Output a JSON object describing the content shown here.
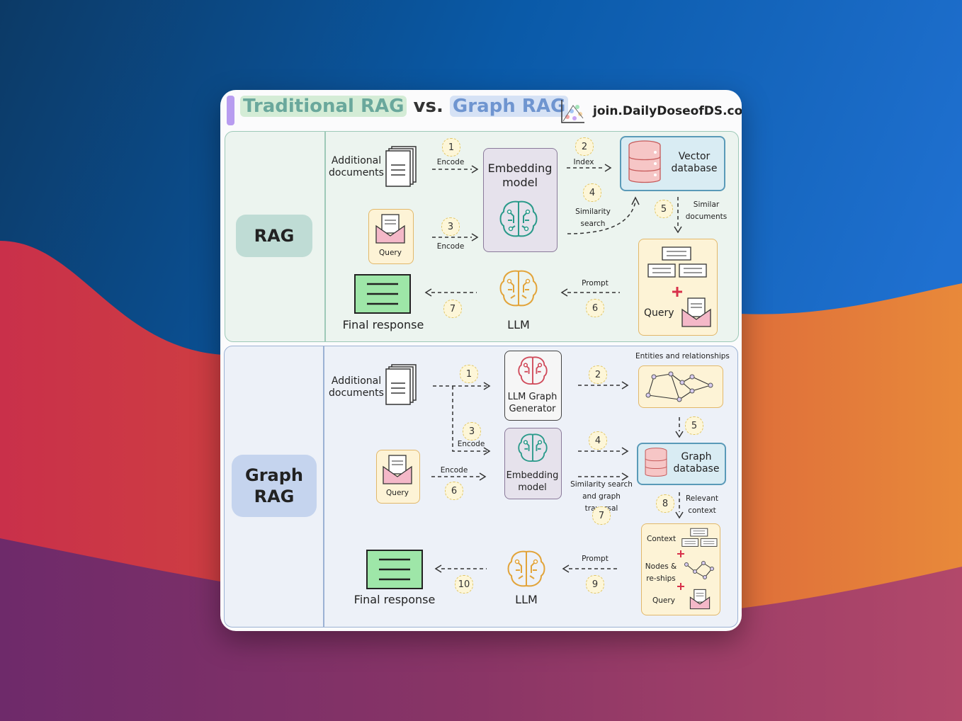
{
  "header": {
    "title_part1": "Traditional RAG",
    "title_vs": "vs.",
    "title_part2": "Graph RAG",
    "brand": "join.DailyDoseofDS.com"
  },
  "rag": {
    "label": "RAG",
    "additional_docs": "Additional documents",
    "query": "Query",
    "encode": "Encode",
    "embedding_model": "Embedding model",
    "index": "Index",
    "vector_db": "Vector database",
    "similarity_search": "Similarity search",
    "similar_docs": "Similar documents",
    "query_combo": "Query",
    "prompt": "Prompt",
    "llm": "LLM",
    "final_response": "Final response",
    "steps": [
      "1",
      "2",
      "3",
      "4",
      "5",
      "6",
      "7"
    ]
  },
  "graph": {
    "label": "Graph RAG",
    "additional_docs": "Additional documents",
    "query": "Query",
    "encode": "Encode",
    "encode2": "Encode",
    "llm_graph_gen": "LLM Graph Generator",
    "entities": "Entities and relationships",
    "embedding_model": "Embedding model",
    "graph_db": "Graph database",
    "sim_search": "Similarity search and graph traversal",
    "relevant_ctx": "Relevant context",
    "context": "Context",
    "nodes": "Nodes & re-ships",
    "query_combo": "Query",
    "prompt": "Prompt",
    "llm": "LLM",
    "final_response": "Final response",
    "steps": [
      "1",
      "2",
      "3",
      "4",
      "5",
      "6",
      "7",
      "8",
      "9",
      "10"
    ]
  },
  "colors": {
    "rag_panel": "#ecf4ef",
    "graph_panel": "#edf1f8",
    "rag_badge": "#bfdcd5",
    "graph_badge": "#c5d4ee",
    "accent_purple": "#b89cf0"
  }
}
